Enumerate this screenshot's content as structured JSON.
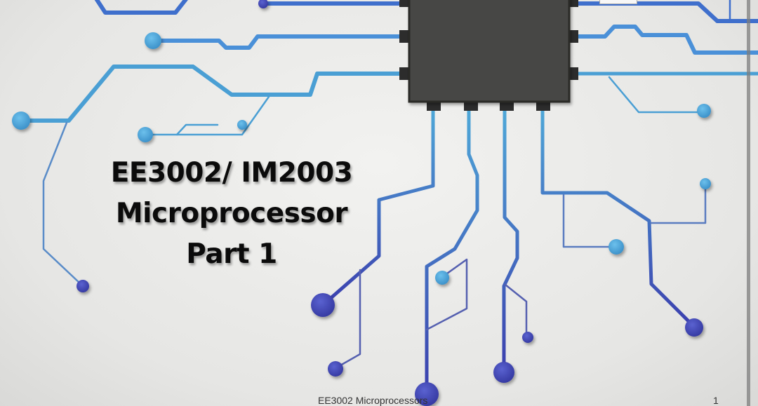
{
  "slide": {
    "title_lines": [
      "EE3002/ IM2003",
      "Microprocessor",
      "Part 1"
    ],
    "footer_text": "EE3002 Microprocessors",
    "page_number": "1"
  },
  "graphic": {
    "description": "circuit-board traces with microchip",
    "chip_color": "#3f3f3d",
    "trace_light": "#4a9fd4",
    "trace_dark": "#3a3fae"
  }
}
